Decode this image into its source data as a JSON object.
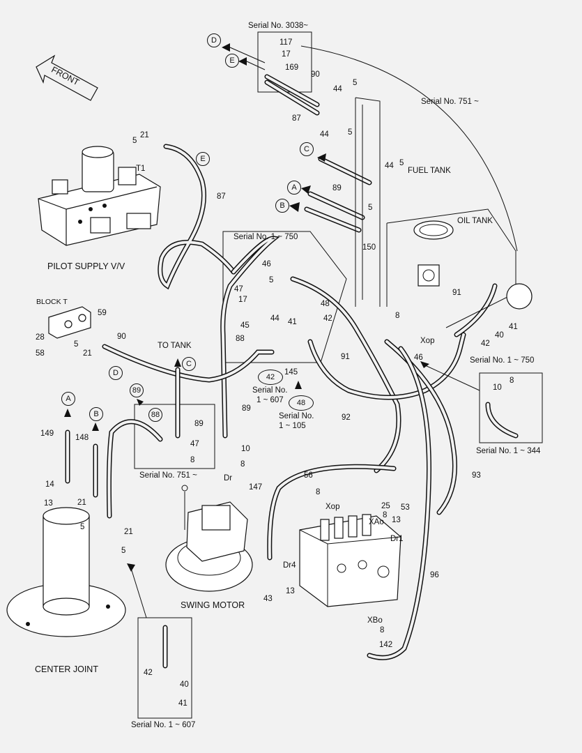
{
  "circles": {
    "d_top": "D",
    "e_top": "E",
    "c_mid": "C",
    "a_mid": "A",
    "b_mid": "B",
    "e_left": "E",
    "d_left": "D",
    "c_tank": "C",
    "a_cj": "A",
    "b_cj": "B",
    "p89": "89",
    "p88": "88",
    "p42": "42",
    "p48": "48"
  },
  "labels": {
    "front": "FRONT",
    "serial_3038": "Serial No. 3038~",
    "serial_751_top": "Serial No. 751 ~",
    "fuel_tank": "FUEL TANK",
    "oil_tank": "OIL TANK",
    "pilot_supply": "PILOT SUPPLY V/V",
    "block_t": "BLOCK T",
    "to_tank": "TO TANK",
    "serial_1_750_mid": "Serial No. 1 ~ 750",
    "serial_1_607_a": "Serial No.",
    "serial_1_607_b": "1 ~ 607",
    "serial_1_105_a": "Serial No.",
    "serial_1_105_b": "1 ~ 105",
    "serial_751_mid": "Serial No. 751 ~",
    "serial_1_750_right": "Serial No. 1 ~ 750",
    "serial_1_344": "Serial No. 1 ~ 344",
    "swing_motor": "SWING MOTOR",
    "center_joint": "CENTER JOINT",
    "serial_1_607_bottom": "Serial No. 1 ~ 607",
    "t1": "T1",
    "xop_right": "Xop",
    "xop_valve": "Xop",
    "xao": "XAo",
    "dr": "Dr",
    "dr1": "Dr1",
    "dr4": "Dr4",
    "xbo": "XBo"
  },
  "parts": {
    "p117": "117",
    "p17_top": "17",
    "p169": "169",
    "p90_top": "90",
    "p44_a": "44",
    "p5_a": "5",
    "p87_top": "87",
    "p44_b": "44",
    "p5_b": "5",
    "p44_c": "44",
    "p5_c": "5",
    "p89_c": "89",
    "p5_d": "5",
    "p150": "150",
    "p21_pilot": "21",
    "p5_pilot": "5",
    "p87_side": "87",
    "p46_mid": "46",
    "p5_mid": "5",
    "p47_mid": "47",
    "p17_mid": "17",
    "p45": "45",
    "p44_mid": "44",
    "p41_mid": "41",
    "p48_mid": "48",
    "p42_mid": "42",
    "p88_mid": "88",
    "p145": "145",
    "p89_mid": "89",
    "p59": "59",
    "p28": "28",
    "p58": "58",
    "p5_block": "5",
    "p21_block": "21",
    "p90_block": "90",
    "p91_tank": "91",
    "p42_tank": "42",
    "p40_tank": "40",
    "p41_tank": "41",
    "p8_right": "8",
    "p46_right": "46",
    "p91_mid": "91",
    "p92": "92",
    "p10_box": "10",
    "p8_box": "8",
    "p93": "93",
    "p149": "149",
    "p148": "148",
    "p14": "14",
    "p13_cj": "13",
    "p21_cj_a": "21",
    "p5_cj_a": "5",
    "p21_cj_b": "21",
    "p5_cj_b": "5",
    "p89_box": "89",
    "p47_box": "47",
    "p8_box2": "8",
    "p10_motor": "10",
    "p8_motor": "8",
    "p147": "147",
    "p56": "56",
    "p8_valve": "8",
    "p25": "25",
    "p8_valve2": "8",
    "p53": "53",
    "p13_valve": "13",
    "p43": "43",
    "p13_dr4": "13",
    "p96": "96",
    "p8_xbo": "8",
    "p142": "142",
    "p42_bot": "42",
    "p40_bot": "40",
    "p41_bot": "41"
  }
}
